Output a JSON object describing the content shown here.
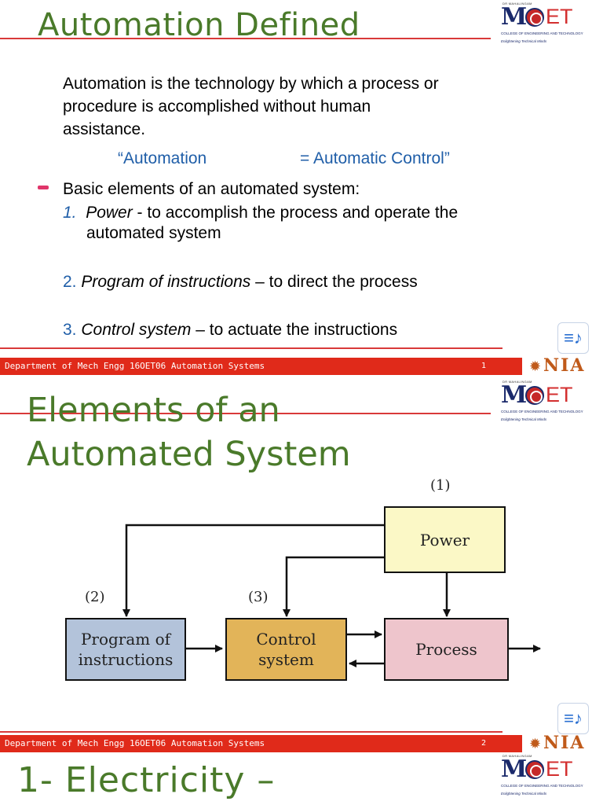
{
  "logo": {
    "top_small": "DR MAHALINGAM",
    "letter_m": "M",
    "letters_et": "ET",
    "line1": "COLLEGE OF ENGINEERING AND TECHNOLOGY",
    "line2": "Enlightening Technical Minds"
  },
  "footer": {
    "text": "Department of Mech Engg 16OET06 Automation Systems",
    "nia": "NIA"
  },
  "icons": {
    "audio": "audio-icon",
    "bullet": "dash-bullet"
  },
  "colors": {
    "title_green": "#4a7a2a",
    "accent_red": "#e02a1a",
    "link_blue": "#1f5ea8",
    "bullet_pink": "#e0356a"
  },
  "slide1": {
    "title": "Automation Defined",
    "definition_line1": "Automation is the technology by which a process  or",
    "definition_line2": "procedure is accomplished without human",
    "definition_line3": "assistance.",
    "quote_left": "“Automation",
    "quote_right": "= Automatic  Control”",
    "bullet_text": "Basic elements of an automated system:",
    "items": [
      {
        "num": "1.",
        "term": "Power",
        "sep": " - ",
        "desc_line1": "to accomplish the process and operate the",
        "desc_line2": "automated system"
      },
      {
        "num": "2.",
        "term": "Program of instructions",
        "sep": " – ",
        "desc_line1": "to direct the process"
      },
      {
        "num": "3.",
        "term": "Control system",
        "sep": " – ",
        "desc_line1": "to actuate the instructions"
      }
    ],
    "page": "1"
  },
  "slide2": {
    "title_line1": "Elements of an",
    "title_line2": "Automated System",
    "diagram": {
      "label1": "(1)",
      "label2": "(2)",
      "label3": "(3)",
      "power": "Power",
      "program_line1": "Program of",
      "program_line2": "instructions",
      "control_line1": "Control",
      "control_line2": "system",
      "process": "Process",
      "colors": {
        "power": "#fbf8c6",
        "program": "#b3c3da",
        "control": "#e2b459",
        "process": "#eec5cc"
      }
    },
    "page": "2"
  },
  "slide3": {
    "title": "1- Electricity –"
  }
}
